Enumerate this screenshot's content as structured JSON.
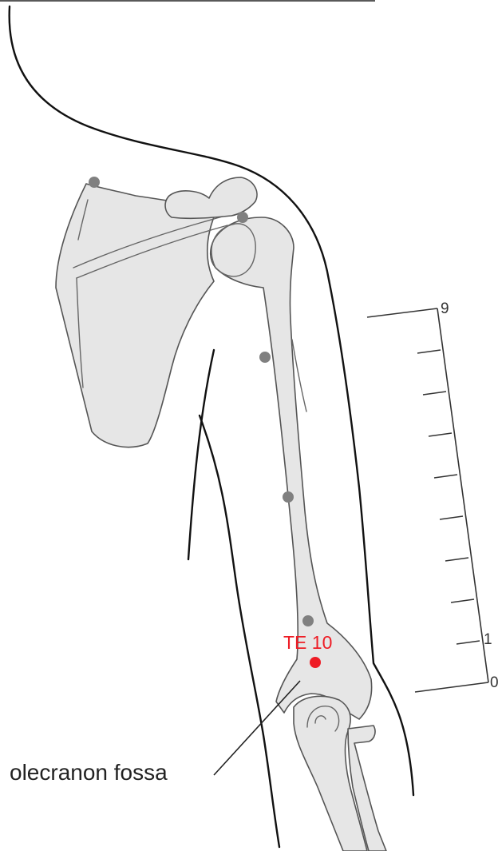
{
  "colors": {
    "point_highlight": "#ee1c25",
    "point_marker": "#808080",
    "bone_fill": "#e6e6e6",
    "outline": "#111111"
  },
  "acupoint": {
    "label": "TE 10"
  },
  "callout": {
    "label": "olecranon fossa"
  },
  "scale": {
    "top_label": "9",
    "one_label": "1",
    "zero_label": "0"
  }
}
